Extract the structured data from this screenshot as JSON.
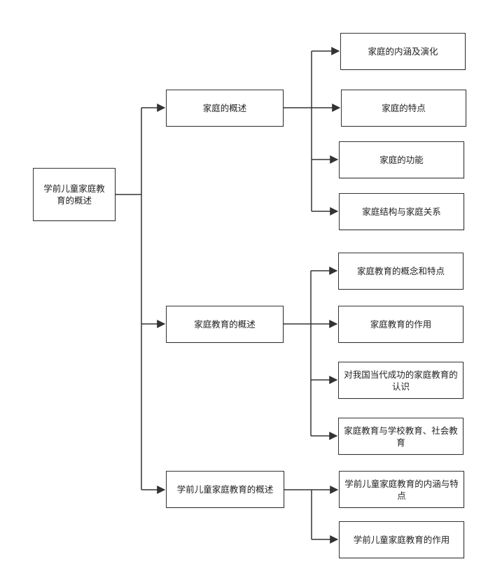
{
  "root": {
    "label": "学前儿童家庭教育的概述"
  },
  "sections": [
    {
      "label": "家庭的概述",
      "children": [
        "家庭的内涵及演化",
        "家庭的特点",
        "家庭的功能",
        "家庭结构与家庭关系"
      ]
    },
    {
      "label": "家庭教育的概述",
      "children": [
        "家庭教育的概念和特点",
        "家庭教育的作用",
        "对我国当代成功的家庭教育的认识",
        "家庭教育与学校教育、社会教育"
      ]
    },
    {
      "label": "学前儿童家庭教育的概述",
      "children": [
        "学前儿童家庭教育的内涵与特点",
        "学前儿童家庭教育的作用"
      ]
    }
  ],
  "colors": {
    "line": "#333333",
    "border": "#333333",
    "background": "#ffffff"
  }
}
